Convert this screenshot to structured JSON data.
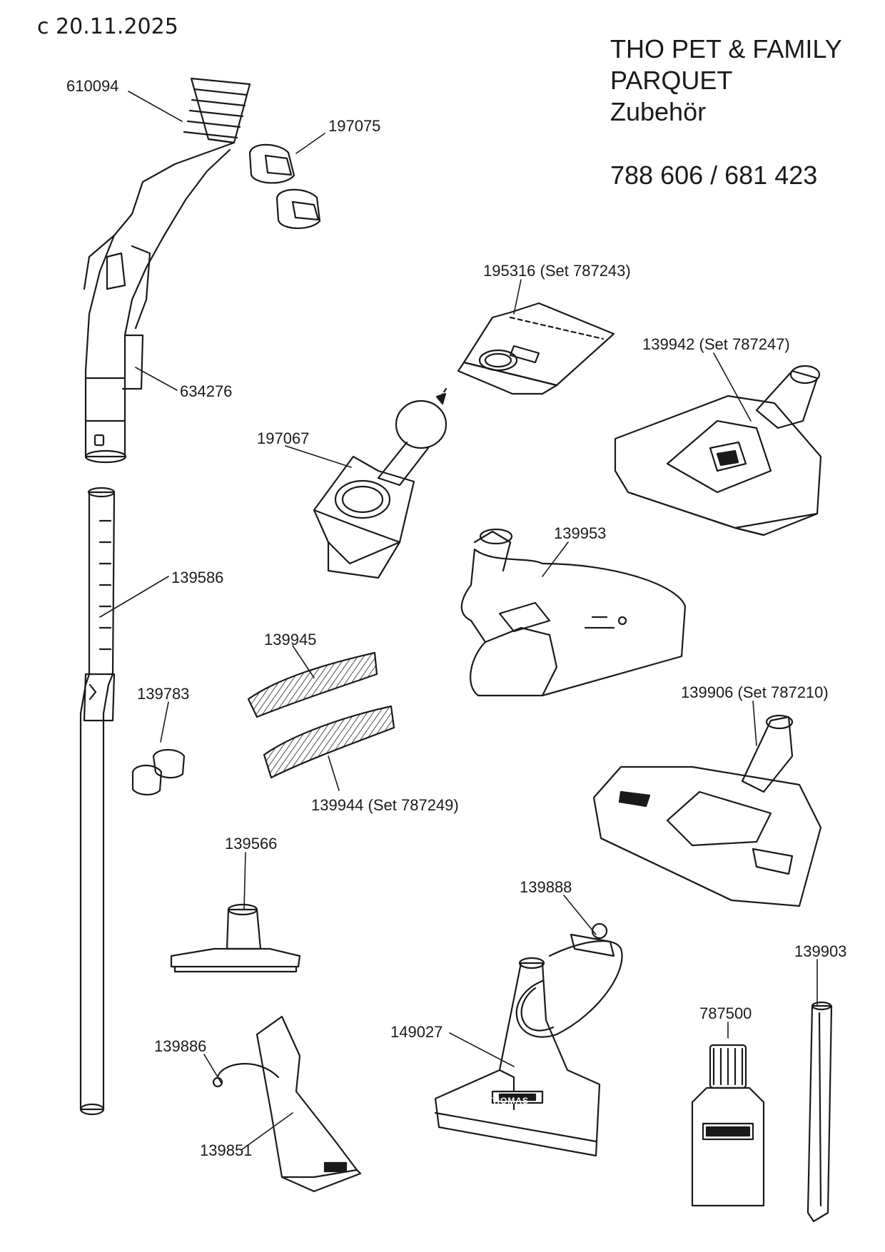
{
  "header": {
    "date": "c 20.11.2025",
    "title_lines": [
      "THO PET & FAMILY",
      "PARQUET",
      "Zubehör"
    ],
    "part_numbers": "788 606 / 681 423"
  },
  "parts": [
    {
      "id": "610094",
      "label": "610094"
    },
    {
      "id": "197075",
      "label": "197075"
    },
    {
      "id": "634276",
      "label": "634276"
    },
    {
      "id": "195316",
      "label": "195316 (Set 787243)"
    },
    {
      "id": "139942",
      "label": "139942 (Set 787247)"
    },
    {
      "id": "197067",
      "label": "197067"
    },
    {
      "id": "139953",
      "label": "139953"
    },
    {
      "id": "139586",
      "label": "139586"
    },
    {
      "id": "139945",
      "label": "139945"
    },
    {
      "id": "139783",
      "label": "139783"
    },
    {
      "id": "139906",
      "label": "139906 (Set 787210)"
    },
    {
      "id": "139944",
      "label": "139944 (Set 787249)"
    },
    {
      "id": "139566",
      "label": "139566"
    },
    {
      "id": "139888",
      "label": "139888"
    },
    {
      "id": "139903",
      "label": "139903"
    },
    {
      "id": "787500",
      "label": "787500"
    },
    {
      "id": "139886",
      "label": "139886"
    },
    {
      "id": "149027",
      "label": "149027"
    },
    {
      "id": "139851",
      "label": "139851"
    }
  ],
  "brand_marks": {
    "logo_text": "THOMAS"
  }
}
